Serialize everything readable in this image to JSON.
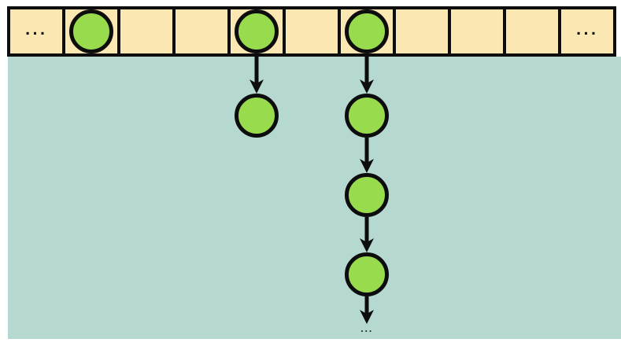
{
  "diagram": {
    "type": "array-with-chained-nodes",
    "colors": {
      "cell_fill": "#FBE7B1",
      "node_fill": "#98DC4D",
      "region_fill": "#B5D9D0",
      "outline": "#0D0D0D"
    },
    "array": {
      "cells": [
        {
          "label": "..."
        },
        {
          "node": true
        },
        {},
        {},
        {
          "node": true
        },
        {},
        {
          "node": true
        },
        {},
        {},
        {},
        {
          "label": "..."
        }
      ]
    },
    "chains": [
      {
        "cell": 4,
        "nodes": 1,
        "continues": false,
        "tail_label": ""
      },
      {
        "cell": 6,
        "nodes": 3,
        "continues": true,
        "tail_label": "..."
      }
    ]
  }
}
